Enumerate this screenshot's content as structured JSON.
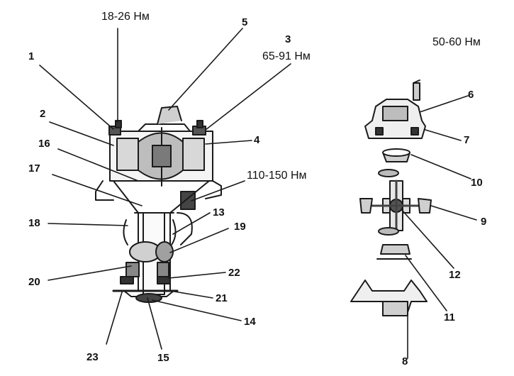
{
  "callouts": {
    "n1": "1",
    "n2": "2",
    "n3": "3",
    "n4": "4",
    "n5": "5",
    "n6": "6",
    "n7": "7",
    "n8": "8",
    "n9": "9",
    "n10": "10",
    "n11": "11",
    "n12": "12",
    "n13": "13",
    "n14": "14",
    "n15": "15",
    "n16": "16",
    "n17": "17",
    "n18": "18",
    "n19": "19",
    "n20": "20",
    "n21": "21",
    "n22": "22",
    "n23": "23"
  },
  "torques": {
    "t_top": "18-26 Нм",
    "t_3": "65-91 Нм",
    "t_mid": "110-150 Нм",
    "t_right": "50-60 Нм"
  },
  "colors": {
    "ink": "#1a1a1a",
    "paper": "#ffffff",
    "shade": "#9a9a9a"
  }
}
